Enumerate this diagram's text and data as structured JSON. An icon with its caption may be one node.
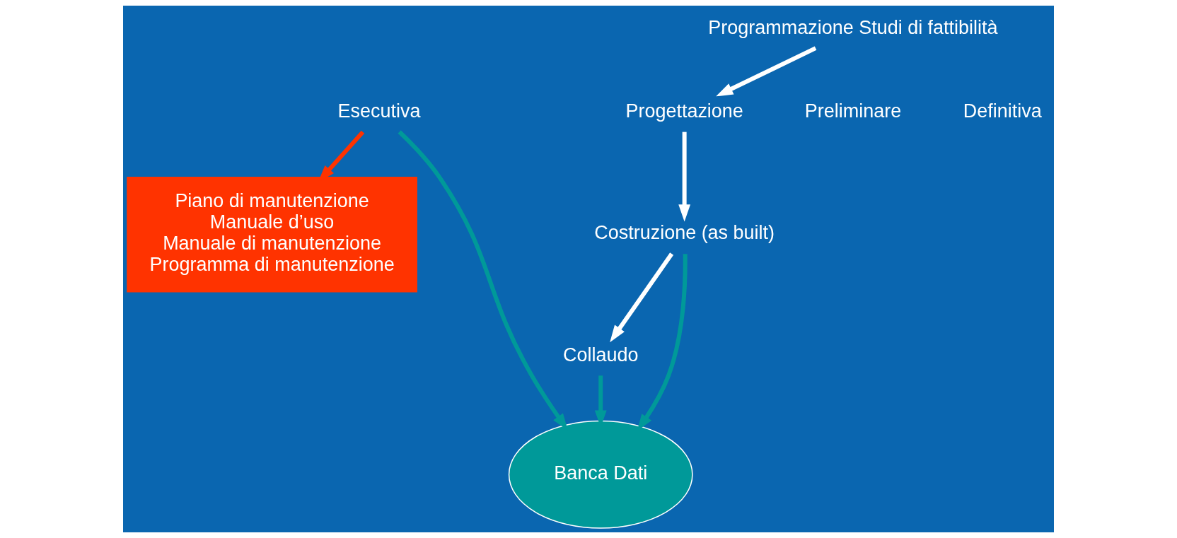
{
  "diagram": {
    "nodes": [
      {
        "text": [
          "Piano di manutenzione",
          "Manuale d’uso",
          "Manuale di manutenzione",
          "Programma di manutenzione"
        ]
      },
      {
        "text": [
          "Programmazione Studi di fattibilità"
        ]
      },
      {
        "text": [
          "Progettazione"
        ]
      },
      {
        "text": [
          "Costruzione (as built)"
        ]
      },
      {
        "text": [
          "Collaudo"
        ]
      },
      {
        "text": [
          "Esecutiva"
        ]
      },
      {
        "text": [
          "Banca Dati"
        ]
      }
    ],
    "edges": [
      {
        "from": 1,
        "to": 2,
        "arrow": "to",
        "color": "#ffffff"
      },
      {
        "from": 2,
        "to": 3,
        "arrow": "to",
        "color": "#ffffff"
      },
      {
        "from": 3,
        "to": 4,
        "arrow": "to",
        "color": "#ffffff"
      },
      {
        "from": 5,
        "to": 0,
        "arrow": "to",
        "color": "#ff3300"
      },
      {
        "from": 5,
        "to": 6,
        "arrow": "to",
        "color": "#009999"
      },
      {
        "from": 3,
        "to": 6,
        "arrow": "to",
        "color": "#009999"
      },
      {
        "from": 4,
        "to": 6,
        "arrow": "to",
        "color": "#009999"
      }
    ],
    "labels": [
      "Preliminare",
      "Definitiva"
    ]
  }
}
